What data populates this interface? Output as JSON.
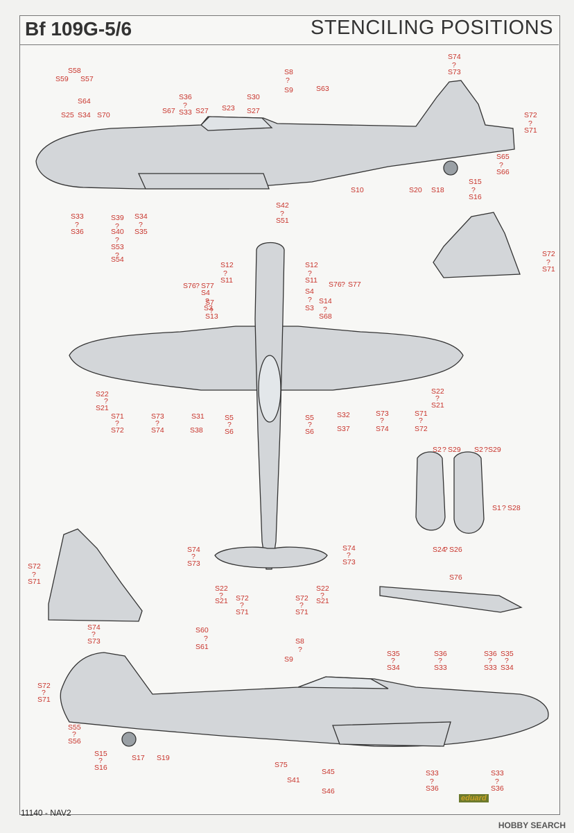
{
  "header": {
    "left_title": "Bf 109G-5/6",
    "right_title": "STENCILING POSITIONS"
  },
  "footer": {
    "code": "11140 - NAV2",
    "brand": "eduard",
    "watermark": "HOBBY SEARCH"
  },
  "colors": {
    "label": "#c8332b",
    "aircraft": "#d3d6d9",
    "outline": "#333333",
    "border": "#777777"
  },
  "labels": [
    {
      "id": "l1",
      "t": "S58"
    },
    {
      "id": "l2",
      "t": "S59"
    },
    {
      "id": "l3",
      "t": "S57"
    },
    {
      "id": "l4",
      "t": "S64"
    },
    {
      "id": "l5",
      "t": "S8"
    },
    {
      "id": "l6",
      "t": "?"
    },
    {
      "id": "l7",
      "t": "S9"
    },
    {
      "id": "l8",
      "t": "S63"
    },
    {
      "id": "l9",
      "t": "S74"
    },
    {
      "id": "l10",
      "t": "?"
    },
    {
      "id": "l11",
      "t": "S73"
    },
    {
      "id": "l12",
      "t": "S36"
    },
    {
      "id": "l13",
      "t": "?"
    },
    {
      "id": "l14",
      "t": "S33"
    },
    {
      "id": "l15",
      "t": "S30"
    },
    {
      "id": "l16",
      "t": "S25"
    },
    {
      "id": "l17",
      "t": "S34"
    },
    {
      "id": "l18",
      "t": "S70"
    },
    {
      "id": "l19",
      "t": "S67"
    },
    {
      "id": "l20",
      "t": "S27"
    },
    {
      "id": "l21",
      "t": "S23"
    },
    {
      "id": "l22",
      "t": "S27"
    },
    {
      "id": "l23",
      "t": "S72"
    },
    {
      "id": "l24",
      "t": "?"
    },
    {
      "id": "l25",
      "t": "S71"
    },
    {
      "id": "l26",
      "t": "S65"
    },
    {
      "id": "l27",
      "t": "?"
    },
    {
      "id": "l28",
      "t": "S66"
    },
    {
      "id": "l29",
      "t": "S10"
    },
    {
      "id": "l30",
      "t": "S20"
    },
    {
      "id": "l31",
      "t": "S18"
    },
    {
      "id": "l32",
      "t": "S15"
    },
    {
      "id": "l33",
      "t": "?"
    },
    {
      "id": "l34",
      "t": "S16"
    },
    {
      "id": "l35",
      "t": "S42"
    },
    {
      "id": "l36",
      "t": "?"
    },
    {
      "id": "l37",
      "t": "S51"
    },
    {
      "id": "l38",
      "t": "S33"
    },
    {
      "id": "l39",
      "t": "?"
    },
    {
      "id": "l40",
      "t": "S36"
    },
    {
      "id": "l41",
      "t": "S39"
    },
    {
      "id": "l42",
      "t": "?"
    },
    {
      "id": "l43",
      "t": "S40"
    },
    {
      "id": "l44",
      "t": "?"
    },
    {
      "id": "l45",
      "t": "S53"
    },
    {
      "id": "l46",
      "t": "?"
    },
    {
      "id": "l47",
      "t": "S54"
    },
    {
      "id": "l48",
      "t": "S34"
    },
    {
      "id": "l49",
      "t": "?"
    },
    {
      "id": "l50",
      "t": "S35"
    },
    {
      "id": "l51",
      "t": "S72"
    },
    {
      "id": "l52",
      "t": "?"
    },
    {
      "id": "l53",
      "t": "S71"
    },
    {
      "id": "l54",
      "t": "S12"
    },
    {
      "id": "l55",
      "t": "?"
    },
    {
      "id": "l56",
      "t": "S11"
    },
    {
      "id": "l57",
      "t": "S12"
    },
    {
      "id": "l58",
      "t": "?"
    },
    {
      "id": "l59",
      "t": "S11"
    },
    {
      "id": "l60",
      "t": "S76"
    },
    {
      "id": "l61",
      "t": "?"
    },
    {
      "id": "l62",
      "t": "S77"
    },
    {
      "id": "l63",
      "t": "S4"
    },
    {
      "id": "l64",
      "t": "?"
    },
    {
      "id": "l65",
      "t": "S3"
    },
    {
      "id": "l66",
      "t": "S7"
    },
    {
      "id": "l67",
      "t": "?"
    },
    {
      "id": "l68",
      "t": "S13"
    },
    {
      "id": "l69",
      "t": "S4"
    },
    {
      "id": "l70",
      "t": "?"
    },
    {
      "id": "l71",
      "t": "S3"
    },
    {
      "id": "l72",
      "t": "S76"
    },
    {
      "id": "l73",
      "t": "?"
    },
    {
      "id": "l74",
      "t": "S77"
    },
    {
      "id": "l75",
      "t": "S14"
    },
    {
      "id": "l76",
      "t": "?"
    },
    {
      "id": "l77",
      "t": "S68"
    },
    {
      "id": "l78",
      "t": "S22"
    },
    {
      "id": "l79",
      "t": "?"
    },
    {
      "id": "l80",
      "t": "S21"
    },
    {
      "id": "l81",
      "t": "S71"
    },
    {
      "id": "l82",
      "t": "?"
    },
    {
      "id": "l83",
      "t": "S72"
    },
    {
      "id": "l84",
      "t": "S73"
    },
    {
      "id": "l85",
      "t": "?"
    },
    {
      "id": "l86",
      "t": "S74"
    },
    {
      "id": "l87",
      "t": "S31"
    },
    {
      "id": "l88",
      "t": "S38"
    },
    {
      "id": "l89",
      "t": "S5"
    },
    {
      "id": "l90",
      "t": "?"
    },
    {
      "id": "l91",
      "t": "S6"
    },
    {
      "id": "l92",
      "t": "S5"
    },
    {
      "id": "l93",
      "t": "?"
    },
    {
      "id": "l94",
      "t": "S6"
    },
    {
      "id": "l95",
      "t": "S32"
    },
    {
      "id": "l96",
      "t": "S37"
    },
    {
      "id": "l97",
      "t": "S73"
    },
    {
      "id": "l98",
      "t": "?"
    },
    {
      "id": "l99",
      "t": "S74"
    },
    {
      "id": "l100",
      "t": "S71"
    },
    {
      "id": "l101",
      "t": "?"
    },
    {
      "id": "l102",
      "t": "S72"
    },
    {
      "id": "l103",
      "t": "S22"
    },
    {
      "id": "l104",
      "t": "?"
    },
    {
      "id": "l105",
      "t": "S21"
    },
    {
      "id": "l106",
      "t": "S2"
    },
    {
      "id": "l107",
      "t": "?"
    },
    {
      "id": "l108",
      "t": "S29"
    },
    {
      "id": "l109",
      "t": "S2"
    },
    {
      "id": "l110",
      "t": "?"
    },
    {
      "id": "l111",
      "t": "S29"
    },
    {
      "id": "l112",
      "t": "S1"
    },
    {
      "id": "l113",
      "t": "?"
    },
    {
      "id": "l114",
      "t": "S28"
    },
    {
      "id": "l115",
      "t": "S24"
    },
    {
      "id": "l116",
      "t": "?"
    },
    {
      "id": "l117",
      "t": "S26"
    },
    {
      "id": "l118",
      "t": "S72"
    },
    {
      "id": "l119",
      "t": "?"
    },
    {
      "id": "l120",
      "t": "S71"
    },
    {
      "id": "l121",
      "t": "S74"
    },
    {
      "id": "l122",
      "t": "?"
    },
    {
      "id": "l123",
      "t": "S73"
    },
    {
      "id": "l124",
      "t": "S74"
    },
    {
      "id": "l125",
      "t": "?"
    },
    {
      "id": "l126",
      "t": "S73"
    },
    {
      "id": "l127",
      "t": "S22"
    },
    {
      "id": "l128",
      "t": "?"
    },
    {
      "id": "l129",
      "t": "S21"
    },
    {
      "id": "l130",
      "t": "S72"
    },
    {
      "id": "l131",
      "t": "?"
    },
    {
      "id": "l132",
      "t": "S71"
    },
    {
      "id": "l133",
      "t": "S72"
    },
    {
      "id": "l134",
      "t": "?"
    },
    {
      "id": "l135",
      "t": "S71"
    },
    {
      "id": "l136",
      "t": "S22"
    },
    {
      "id": "l137",
      "t": "?"
    },
    {
      "id": "l138",
      "t": "S21"
    },
    {
      "id": "l139",
      "t": "S76"
    },
    {
      "id": "l140",
      "t": "S74"
    },
    {
      "id": "l141",
      "t": "?"
    },
    {
      "id": "l142",
      "t": "S73"
    },
    {
      "id": "l143",
      "t": "S60"
    },
    {
      "id": "l144",
      "t": "?"
    },
    {
      "id": "l145",
      "t": "S61"
    },
    {
      "id": "l146",
      "t": "S8"
    },
    {
      "id": "l147",
      "t": "?"
    },
    {
      "id": "l148",
      "t": "S9"
    },
    {
      "id": "l149",
      "t": "S35"
    },
    {
      "id": "l150",
      "t": "?"
    },
    {
      "id": "l151",
      "t": "S34"
    },
    {
      "id": "l152",
      "t": "S36"
    },
    {
      "id": "l153",
      "t": "?"
    },
    {
      "id": "l154",
      "t": "S33"
    },
    {
      "id": "l155",
      "t": "S36"
    },
    {
      "id": "l156",
      "t": "?"
    },
    {
      "id": "l157",
      "t": "S33"
    },
    {
      "id": "l158",
      "t": "S35"
    },
    {
      "id": "l159",
      "t": "?"
    },
    {
      "id": "l160",
      "t": "S34"
    },
    {
      "id": "l161",
      "t": "S72"
    },
    {
      "id": "l162",
      "t": "?"
    },
    {
      "id": "l163",
      "t": "S71"
    },
    {
      "id": "l164",
      "t": "S55"
    },
    {
      "id": "l165",
      "t": "?"
    },
    {
      "id": "l166",
      "t": "S56"
    },
    {
      "id": "l167",
      "t": "S15"
    },
    {
      "id": "l168",
      "t": "?"
    },
    {
      "id": "l169",
      "t": "S16"
    },
    {
      "id": "l170",
      "t": "S17"
    },
    {
      "id": "l171",
      "t": "S19"
    },
    {
      "id": "l172",
      "t": "S75"
    },
    {
      "id": "l173",
      "t": "S41"
    },
    {
      "id": "l174",
      "t": "S45"
    },
    {
      "id": "l175",
      "t": "S46"
    },
    {
      "id": "l176",
      "t": "S33"
    },
    {
      "id": "l177",
      "t": "?"
    },
    {
      "id": "l178",
      "t": "S36"
    },
    {
      "id": "l179",
      "t": "S33"
    },
    {
      "id": "l180",
      "t": "?"
    },
    {
      "id": "l181",
      "t": "S36"
    }
  ]
}
